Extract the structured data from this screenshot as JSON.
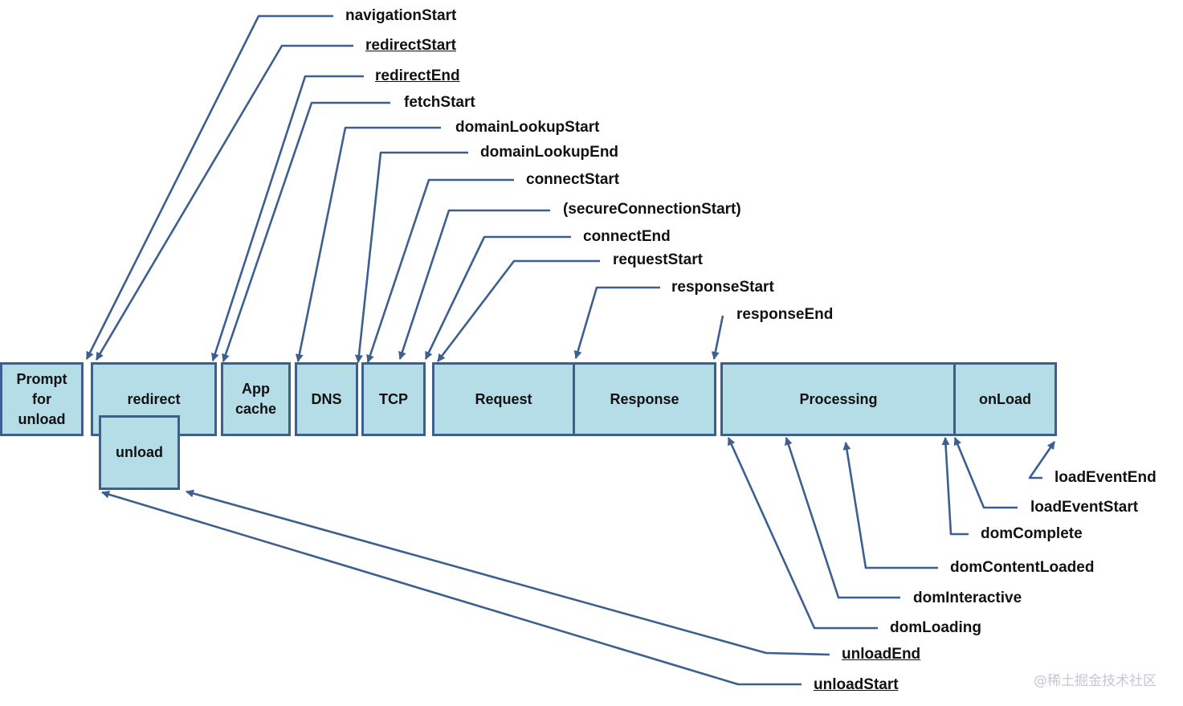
{
  "colors": {
    "box_fill": "#b4dde8",
    "box_border": "#3d5f8f",
    "connector": "#3d5f8f",
    "text": "#111111"
  },
  "phases": {
    "prompt_for_unload": "Prompt\nfor\nunload",
    "redirect": "redirect",
    "unload": "unload",
    "app_cache": "App\ncache",
    "dns": "DNS",
    "tcp": "TCP",
    "request": "Request",
    "response": "Response",
    "processing": "Processing",
    "onload": "onLoad"
  },
  "events": {
    "navigationStart": "navigationStart",
    "redirectStart": "redirectStart",
    "redirectEnd": "redirectEnd",
    "fetchStart": "fetchStart",
    "domainLookupStart": "domainLookupStart",
    "domainLookupEnd": "domainLookupEnd",
    "connectStart": "connectStart",
    "secureConnectionStart": "(secureConnectionStart)",
    "connectEnd": "connectEnd",
    "requestStart": "requestStart",
    "responseStart": "responseStart",
    "responseEnd": "responseEnd",
    "loadEventEnd": "loadEventEnd",
    "loadEventStart": "loadEventStart",
    "domComplete": "domComplete",
    "domContentLoaded": "domContentLoaded",
    "domInteractive": "domInteractive",
    "domLoading": "domLoading",
    "unloadEnd": "unloadEnd",
    "unloadStart": "unloadStart"
  },
  "watermark": "@稀土掘金技术社区"
}
